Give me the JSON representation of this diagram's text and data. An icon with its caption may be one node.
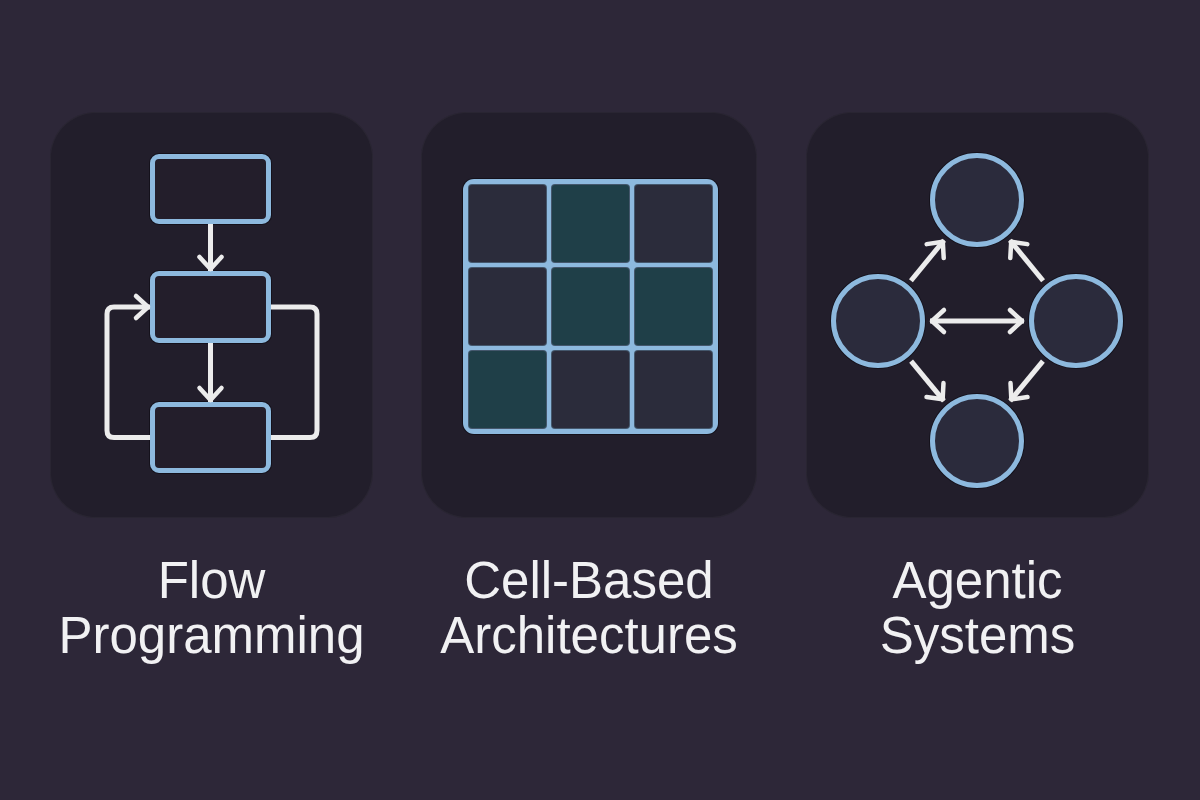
{
  "diagram": {
    "nodes": [
      {
        "text": [
          "Flow Programming"
        ]
      },
      {
        "text": [],
        "shape": "box",
        "in": 0
      },
      {
        "text": [],
        "shape": "box",
        "in": 0
      },
      {
        "text": [],
        "shape": "box",
        "in": 0
      },
      {
        "text": [
          "Cell-Based Architectures"
        ]
      },
      {
        "text": [],
        "shape": "box",
        "in": 4
      },
      {
        "text": [],
        "shape": "box",
        "in": 5
      },
      {
        "text": [],
        "shape": "box",
        "in": 5
      },
      {
        "text": [],
        "shape": "box",
        "in": 5
      },
      {
        "text": [],
        "shape": "box",
        "in": 5
      },
      {
        "text": [],
        "shape": "box",
        "in": 5
      },
      {
        "text": [],
        "shape": "box",
        "in": 5
      },
      {
        "text": [],
        "shape": "box",
        "in": 5
      },
      {
        "text": [],
        "shape": "box",
        "in": 5
      },
      {
        "text": [],
        "shape": "box",
        "in": 5
      },
      {
        "text": [
          "Agentic Systems"
        ]
      },
      {
        "text": [],
        "shape": "circle",
        "in": 15
      },
      {
        "text": [],
        "shape": "circle",
        "in": 15
      },
      {
        "text": [],
        "shape": "circle",
        "in": 15
      },
      {
        "text": [],
        "shape": "circle",
        "in": 15
      }
    ],
    "edges": [
      {
        "from": 1,
        "to": 2,
        "arrow": "to"
      },
      {
        "from": 2,
        "to": 3,
        "arrow": "to"
      },
      {
        "from": 3,
        "to": 2,
        "arrow": "to"
      },
      {
        "from": 2,
        "to": 3,
        "arrow": "none"
      },
      {
        "from": 17,
        "to": 16,
        "arrow": "to"
      },
      {
        "from": 18,
        "to": 16,
        "arrow": "to"
      },
      {
        "from": 17,
        "to": 18,
        "arrow": "both"
      },
      {
        "from": 17,
        "to": 19,
        "arrow": "to"
      },
      {
        "from": 18,
        "to": 19,
        "arrow": "to"
      }
    ]
  }
}
